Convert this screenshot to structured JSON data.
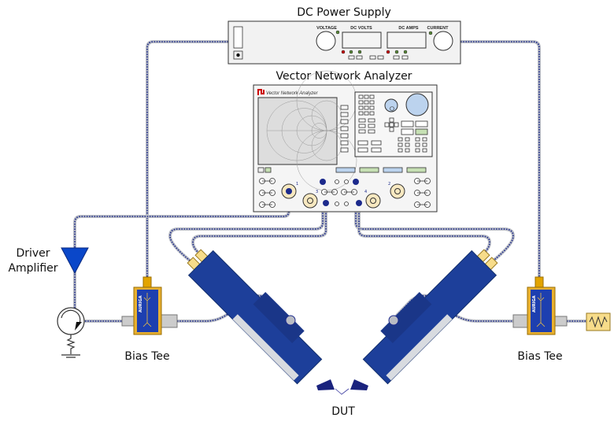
{
  "labels": {
    "power_supply": "DC Power Supply",
    "vna": "Vector Network Analyzer",
    "driver_amp_line1": "Driver",
    "driver_amp_line2": "Amplifier",
    "bias_tee_left": "Bias Tee",
    "bias_tee_right": "Bias Tee",
    "dut": "DUT"
  },
  "power_supply": {
    "voltage_label": "VOLTAGE",
    "dc_volts_label": "DC VOLTS",
    "dc_amps_label": "DC AMPS",
    "current_label": "CURRENT"
  },
  "vna": {
    "brand_text": "Vector Network Analyzer",
    "ports": [
      "1",
      "3",
      "4",
      "2"
    ]
  },
  "bias_tee": {
    "brand": "AURIGA"
  },
  "colors": {
    "probe_blue": "#1d3f9a",
    "cable_dot": "#1c2a8c",
    "amp_blue": "#0a47c9",
    "vna_button_blue": "#bcd3ee",
    "vna_button_green": "#c6e0b4",
    "connector_cream": "#f7e8c0"
  }
}
